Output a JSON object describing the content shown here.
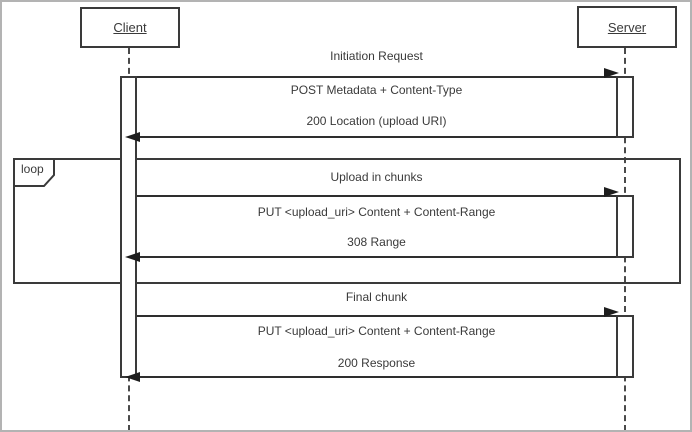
{
  "diagram": {
    "kind": "uml-sequence-diagram",
    "actors": [
      {
        "name": "Client"
      },
      {
        "name": "Server"
      }
    ],
    "fragment": {
      "label": "loop"
    },
    "interactions": [
      {
        "title": "Initiation Request",
        "request": "POST Metadata + Content-Type",
        "response": "200 Location (upload URI)"
      },
      {
        "title": "Upload in chunks",
        "request": "PUT <upload_uri> Content + Content-Range",
        "response": "308 Range",
        "in_loop": true
      },
      {
        "title": "Final chunk",
        "request": "PUT <upload_uri> Content + Content-Range",
        "response": "200 Response"
      }
    ],
    "colors": {
      "line": "#3a3a3a",
      "background": "#ffffff",
      "outer_border": "#b3b3b3"
    }
  }
}
